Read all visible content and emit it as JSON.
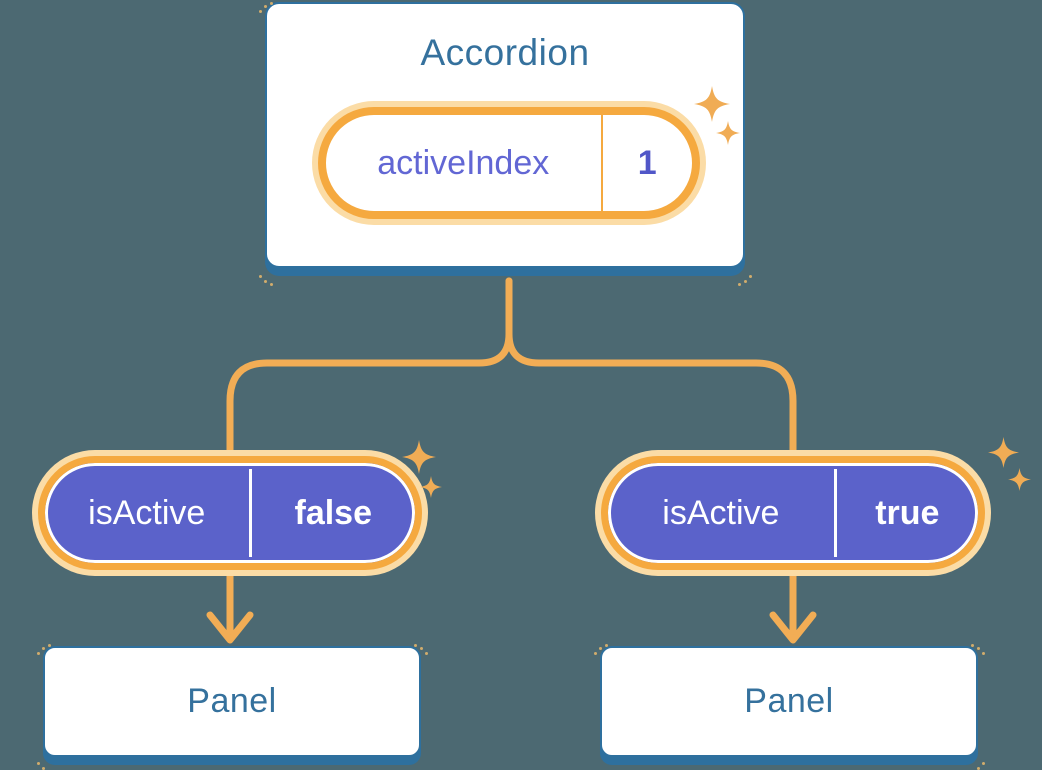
{
  "root_component": {
    "title": "Accordion"
  },
  "state_pill": {
    "name": "activeIndex",
    "value": "1"
  },
  "child_pills": [
    {
      "name": "isActive",
      "value": "false"
    },
    {
      "name": "isActive",
      "value": "true"
    }
  ],
  "panels": [
    {
      "label": "Panel"
    },
    {
      "label": "Panel"
    }
  ],
  "icons": {
    "sparkle_large": "sparkle-icon",
    "sparkle_small": "sparkle-icon"
  },
  "colors": {
    "background": "#4C6972",
    "card_border": "#2E709E",
    "heading_text": "#35719D",
    "connector": "#F2AD55",
    "pill_ring": "#F5A93F",
    "pill_glow": "#FBDCA6",
    "pill_fill": "#5B62CA",
    "state_name_text": "#6267D4",
    "state_value_text": "#5157C8",
    "prop_text": "#FFFFFF",
    "sparkle": "#F0AC55"
  }
}
